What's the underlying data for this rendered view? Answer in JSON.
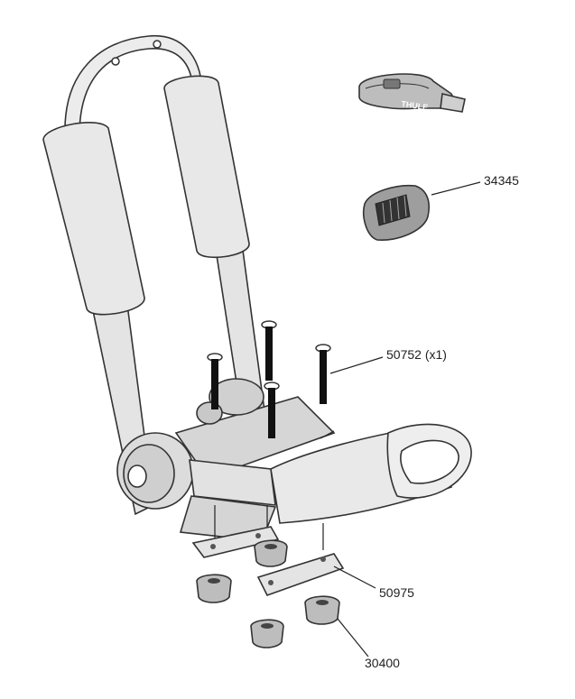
{
  "labels": {
    "strap_buckle_cover": "34345",
    "bolts": "50752 (x1)",
    "base_plates": "50975",
    "knobs": "30400"
  },
  "strap_text": "THULE",
  "colors": {
    "line": "#222222",
    "pad_fill": "#e6e6e6",
    "frame_fill": "#d9d9d9",
    "bolt_fill": "#111111"
  }
}
